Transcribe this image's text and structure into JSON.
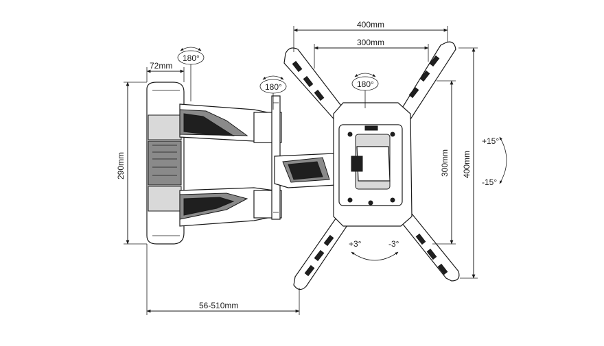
{
  "diagram": {
    "dimensions": {
      "top_width_outer": "400mm",
      "top_width_inner": "300mm",
      "right_height_inner": "300mm",
      "right_height_outer": "400mm",
      "left_height": "290mm",
      "wall_plate_depth": "72mm",
      "extension_range": "56-510mm"
    },
    "rotations": {
      "wall_pivot": "180°",
      "arm_pivot": "180°",
      "head_rotation": "180°"
    },
    "tilt": {
      "up": "+15°",
      "down": "-15°"
    },
    "swivel": {
      "left": "+3°",
      "right": "-3°"
    }
  }
}
